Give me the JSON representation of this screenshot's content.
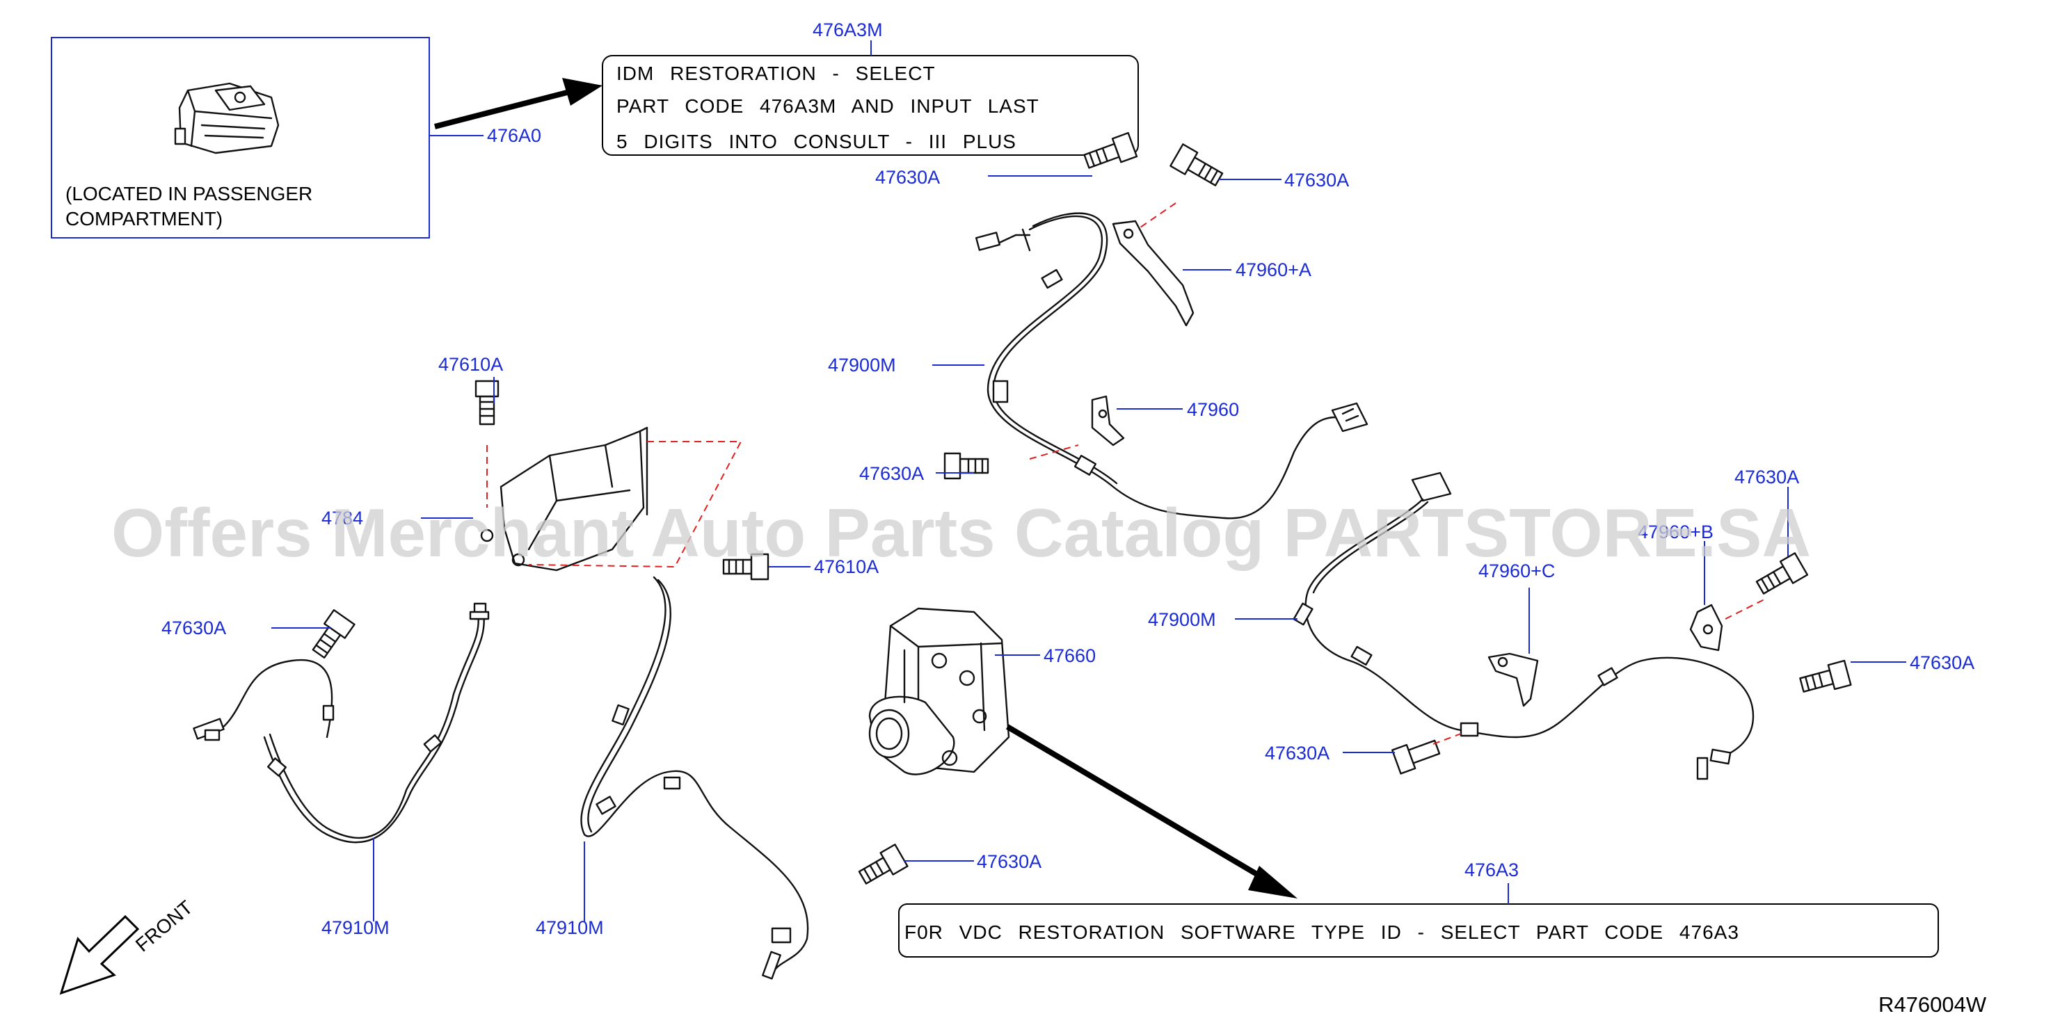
{
  "note_boxes": {
    "idm_lines": [
      "IDM RESTORATION - SELECT",
      "PART CODE 476A3M AND INPUT LAST",
      "5 DIGITS INTO CONSULT - III PLUS"
    ],
    "vdc_line": "F0R VDC RESTORATION SOFTWARE TYPE ID - SELECT PART CODE 476A3",
    "located_lines": [
      "(LOCATED IN PASSENGER",
      "COMPARTMENT)"
    ]
  },
  "labels": {
    "p476a3m": "476A3M",
    "p476a0": "476A0",
    "p476a3": "476A3",
    "p47610a_top": "47610A",
    "p47610a_mid": "47610A",
    "p4784": "4784",
    "p47630a_1": "47630A",
    "p47630a_2": "47630A",
    "p47630a_3": "47630A",
    "p47630a_4": "47630A",
    "p47630a_5": "47630A",
    "p47630a_6": "47630A",
    "p47630a_7": "47630A",
    "p47630a_8": "47630A",
    "p47960a": "47960+A",
    "p47960": "47960",
    "p47960b": "47960+B",
    "p47960c": "47960+C",
    "p47900m_1": "47900M",
    "p47900m_2": "47900M",
    "p47660": "47660",
    "p47910m_1": "47910M",
    "p47910m_2": "47910M"
  },
  "front_label": "FRONT",
  "ref_code": "R476004W",
  "watermark": "Offers Merchant Auto Parts Catalog PARTSTORE.SA",
  "colors": {
    "label": "#1a2bd6",
    "dash": "#e02020",
    "line": "#111111"
  }
}
